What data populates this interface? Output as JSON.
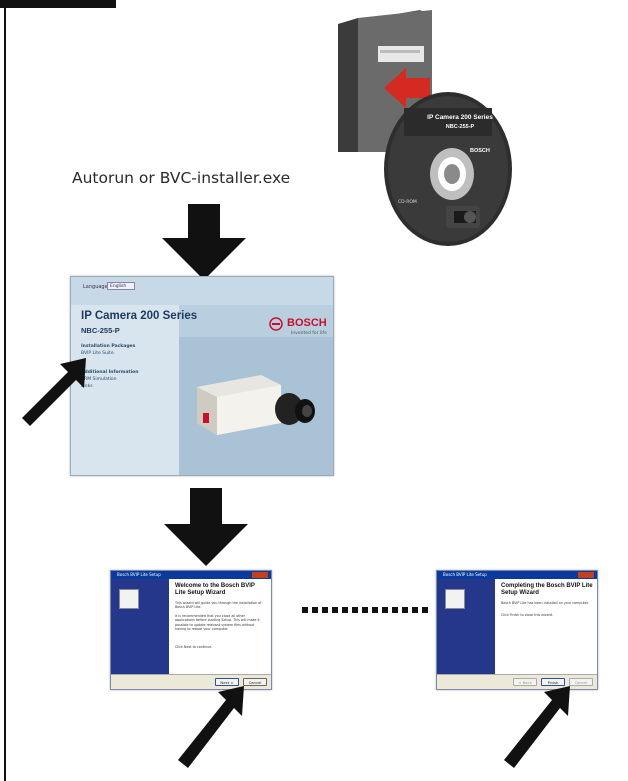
{
  "figure": {
    "caption": "Autorun or BVC-installer.exe"
  },
  "cd_disc": {
    "title": "IP Camera 200 Series",
    "model": "NBC-255-P",
    "brand": "BOSCH",
    "label_line": "CD-ROM"
  },
  "installer": {
    "language_label": "Language",
    "language_value": "English",
    "title": "IP Camera 200 Series",
    "model": "NBC-255-P",
    "brand": "BOSCH",
    "tagline": "Invented for life",
    "section1_head": "Installation Packages",
    "section1_items": [
      "BVIP Lite Suite"
    ],
    "section2_head": "Additional Information",
    "section2_items": [
      "VRM Simulation",
      "Links"
    ]
  },
  "wizard_welcome": {
    "titlebar": "Bosch BVIP Lite Setup",
    "heading": "Welcome to the Bosch BVIP Lite Setup Wizard",
    "p1": "This wizard will guide you through the installation of Bosch BVIP Lite.",
    "p2": "It is recommended that you close all other applications before starting Setup. This will make it possible to update relevant system files without having to reboot your computer.",
    "p3": "Click Next to continue.",
    "next_label": "Next >",
    "cancel_label": "Cancel"
  },
  "wizard_finish": {
    "titlebar": "Bosch BVIP Lite Setup",
    "heading": "Completing the Bosch BVIP Lite Setup Wizard",
    "p1": "Bosch BVIP Lite has been installed on your computer.",
    "p2": "Click Finish to close this wizard.",
    "back_label": "< Back",
    "finish_label": "Finish",
    "cancel_label": "Cancel"
  },
  "colors": {
    "arrow": "#111111",
    "cd_arrow": "#d42a22",
    "installer_bg": "#b9cfdf",
    "wizard_side": "#24378a",
    "bosch_red": "#c8102e"
  }
}
